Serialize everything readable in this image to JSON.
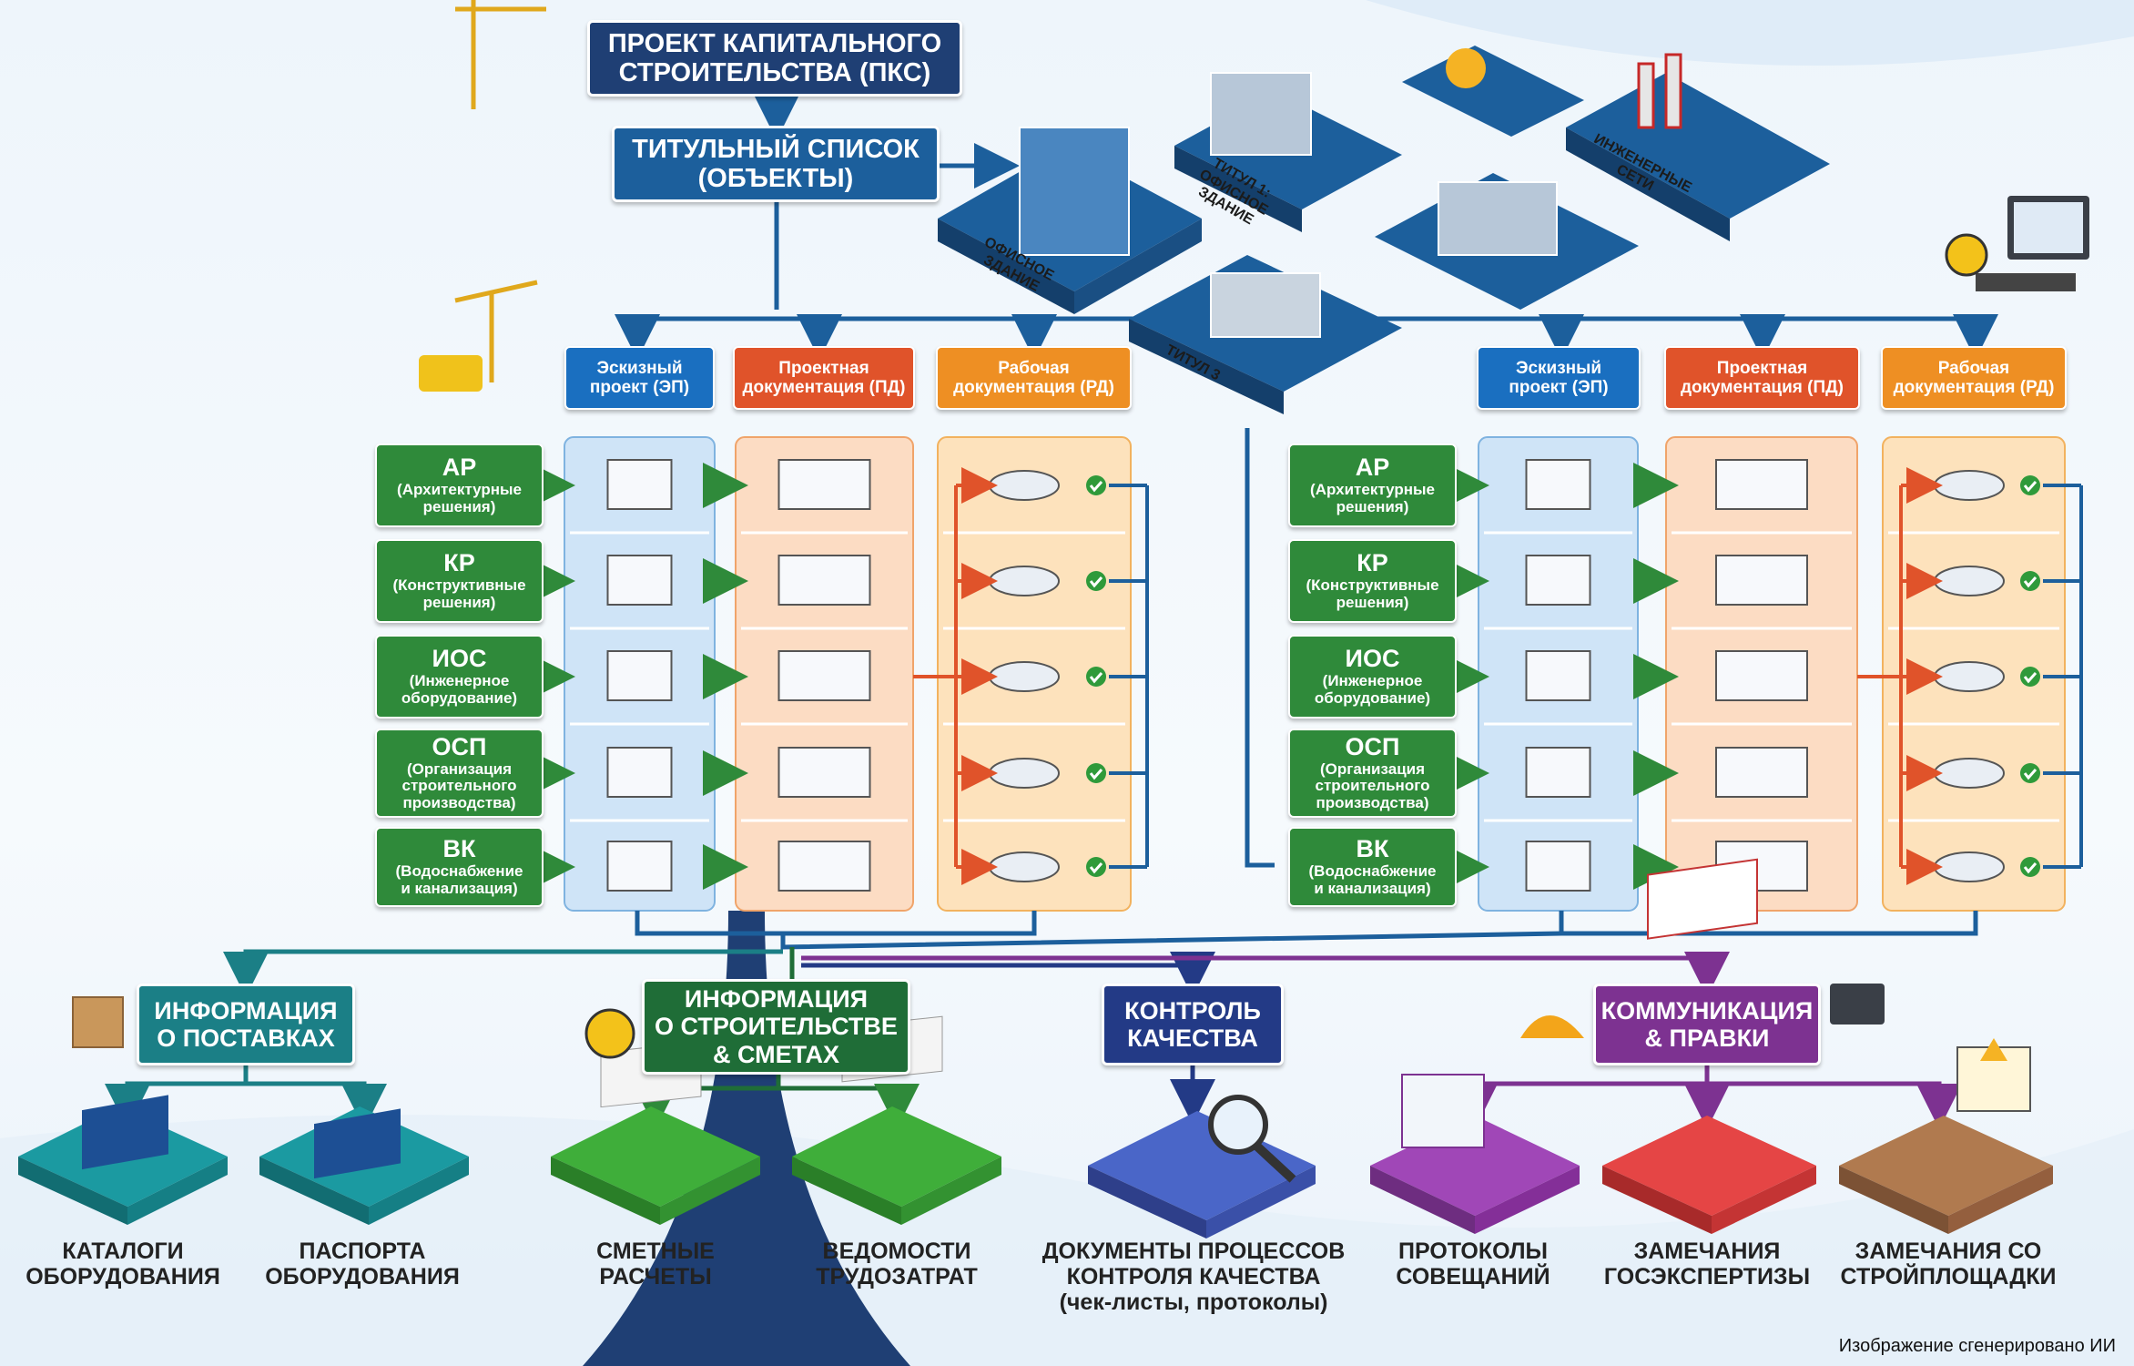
{
  "top": {
    "pks": "ПРОЕКТ КАПИТАЛЬНОГО\nСТРОИТЕЛЬСТВА (ПКС)",
    "titles": "ТИТУЛЬНЫЙ СПИСОК\n(ОБЪЕКТЫ)"
  },
  "objects": {
    "office": "ОФИСНОЕ ЗДАНИЕ",
    "title1": "ТИТУЛ 1:\nОФИСНОЕ ЗДАНИЕ",
    "eng": "ИНЖЕНЕРНЫЕ СЕТИ",
    "title3": "ТИТУЛ 3"
  },
  "stages": {
    "ep": "Эскизный\nпроект (ЭП)",
    "pd": "Проектная\nдокументация (ПД)",
    "rd": "Рабочая\nдокументация (РД)"
  },
  "disciplines": [
    {
      "code": "АР",
      "desc": "(Архитектурные\nрешения)"
    },
    {
      "code": "КР",
      "desc": "(Конструктивные\nрешения)"
    },
    {
      "code": "ИОС",
      "desc": "(Инженерное\nоборудование)"
    },
    {
      "code": "ОСП",
      "desc": "(Организация\nстроительного\nпроизводства)"
    },
    {
      "code": "ВК",
      "desc": "(Водоснабжение\nи канализация)"
    }
  ],
  "categories": {
    "supply": "ИНФОРМАЦИЯ\nО ПОСТАВКАХ",
    "estimates": "ИНФОРМАЦИЯ\nО СТРОИТЕЛЬСТВЕ\n& СМЕТАХ",
    "quality": "КОНТРОЛЬ\nКАЧЕСТВА",
    "comm": "КОММУНИКАЦИЯ\n& ПРАВКИ"
  },
  "leaves": {
    "catalogs": "КАТАЛОГИ\nОБОРУДОВАНИЯ",
    "passports": "ПАСПОРТА\nОБОРУДОВАНИЯ",
    "calc": "СМЕТНЫЕ\nРАСЧЕТЫ",
    "labor": "ВЕДОМОСТИ\nТРУДОЗАТРАТ",
    "qc_docs": "ДОКУМЕНТЫ ПРОЦЕССОВ\nКОНТРОЛЯ КАЧЕСТВА\n(чек-листы, протоколы)",
    "minutes": "ПРОТОКОЛЫ\nСОВЕЩАНИЙ",
    "gosexp": "ЗАМЕЧАНИЯ\nГОСЭКСПЕРТИЗЫ",
    "site": "ЗАМЕЧАНИЯ СО\nСТРОЙПЛОЩАДКИ"
  },
  "credit": "Изображение сгенерировано ИИ",
  "colors": {
    "navy": "#1f3f74",
    "blue_box": "#1c5f9c",
    "connector": "#1c5f9c",
    "ep": "#1a6fc0",
    "pd": "#e0532a",
    "rd": "#ee8f23",
    "discipline": "#2f8a3a",
    "teal": "#1b7f86",
    "dark_green": "#1f6d37",
    "indigo": "#233a86",
    "purple": "#7d3291"
  }
}
